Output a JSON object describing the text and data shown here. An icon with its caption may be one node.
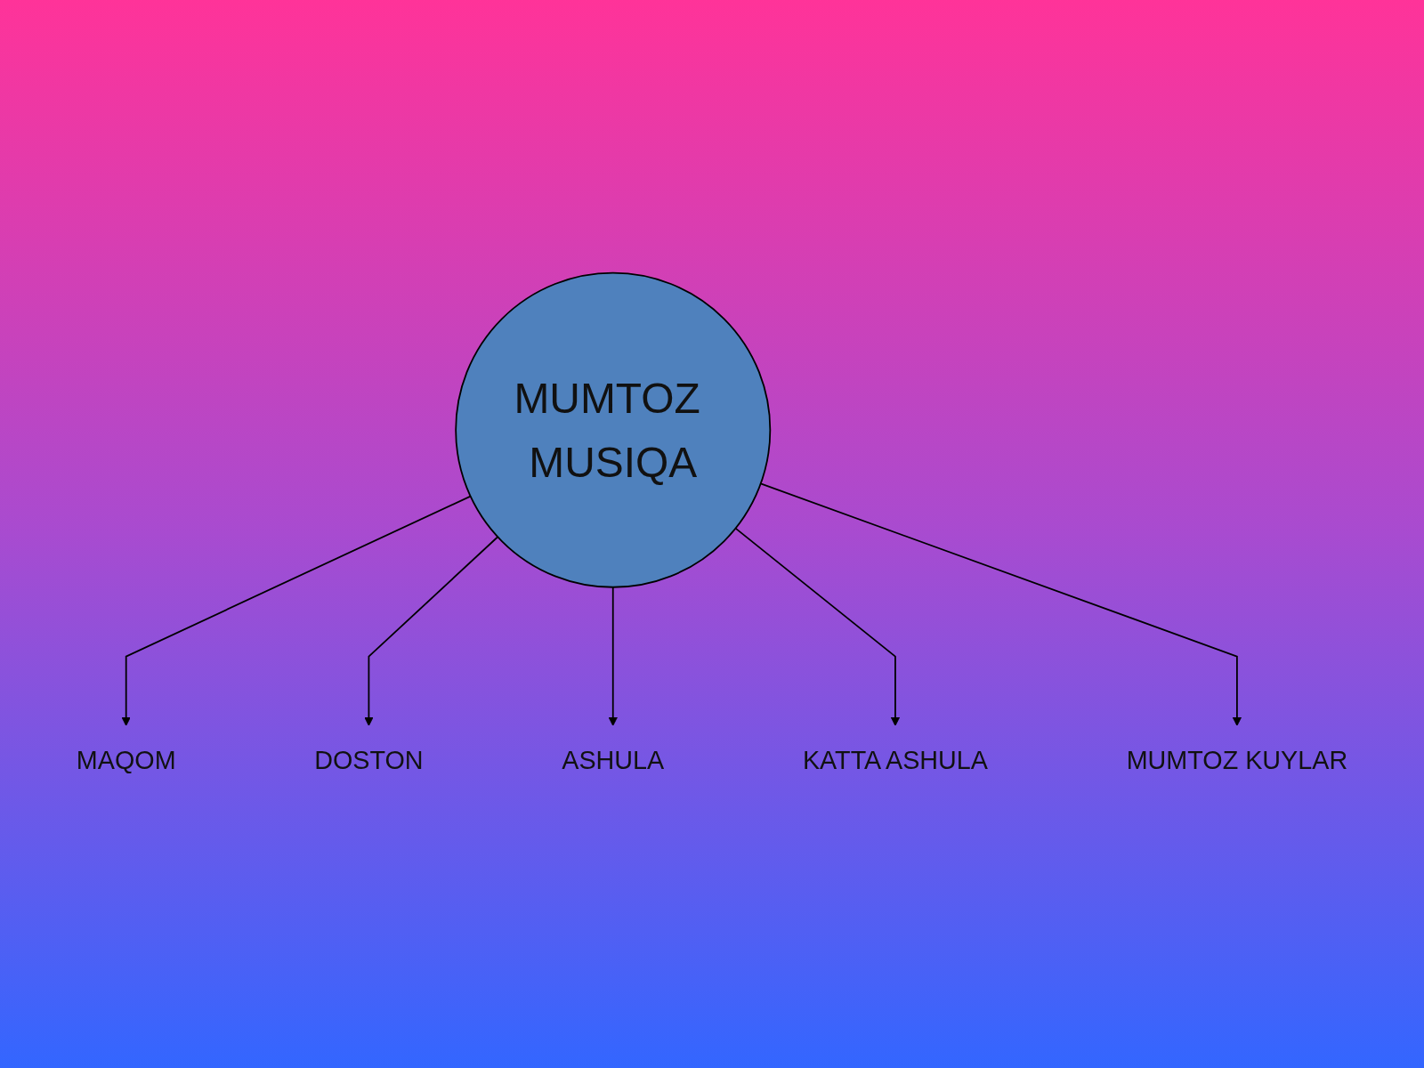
{
  "diagram": {
    "nodes": [
      {
        "text": [
          "MAQOM"
        ]
      },
      {
        "text": [
          "DOSTON"
        ]
      },
      {
        "text": [
          "ASHULA"
        ]
      },
      {
        "text": [
          "MUMTOZ MUSIQA"
        ]
      },
      {
        "text": [
          "KATTA ASHULA"
        ]
      },
      {
        "text": [
          "MUMTOZ KUYLAR"
        ]
      }
    ],
    "edges": [
      {
        "from": 3,
        "to": 0,
        "arrow": "to"
      },
      {
        "from": 3,
        "to": 1,
        "arrow": "to"
      },
      {
        "from": 3,
        "to": 2,
        "arrow": "to"
      },
      {
        "from": 3,
        "to": 4,
        "arrow": "to"
      },
      {
        "from": 3,
        "to": 5,
        "arrow": "to"
      }
    ]
  }
}
